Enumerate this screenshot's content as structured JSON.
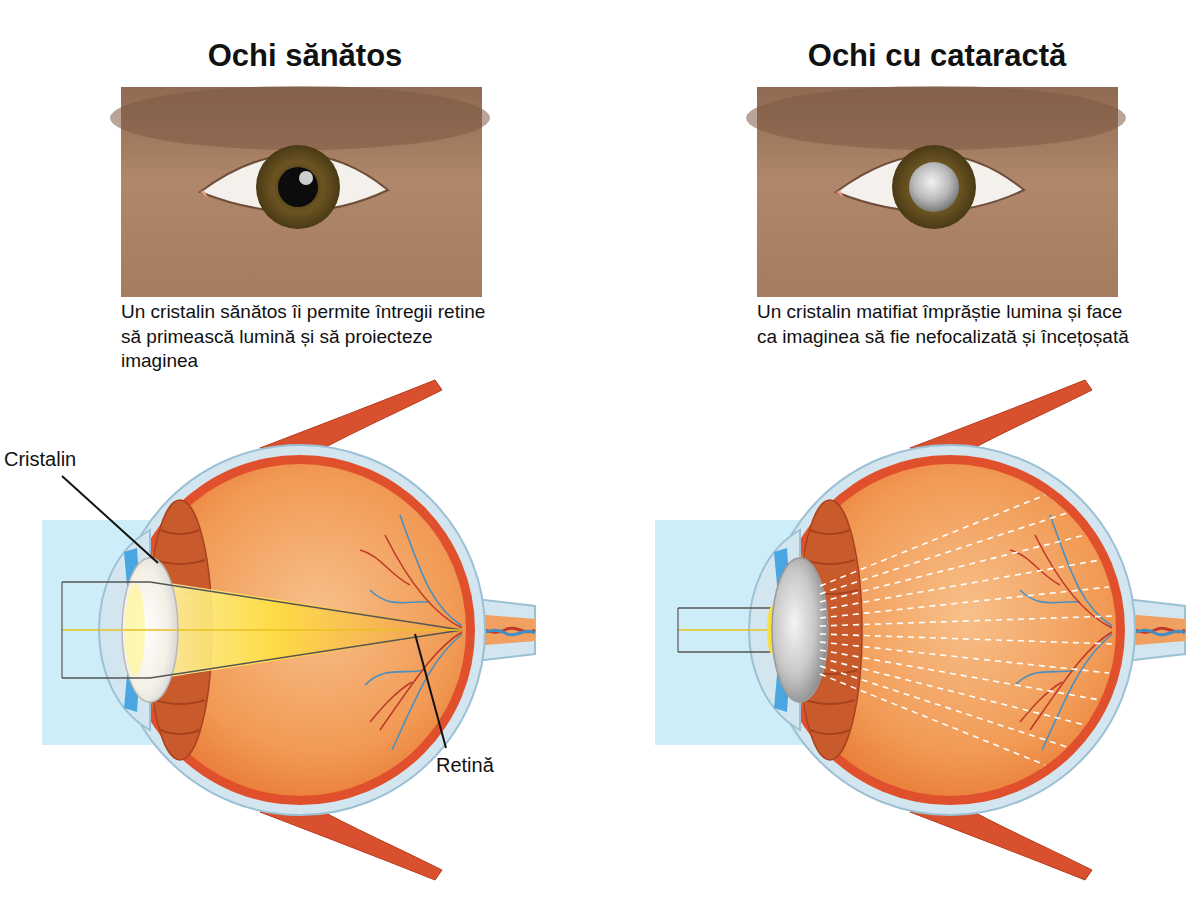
{
  "diagram": {
    "labels": [
      "Ochi sănătos",
      "Ochi cu cataractă",
      "Un cristalin sănătos îi permite întregii retine să primească lumină și să proiecteze imaginea",
      "Un cristalin matifiat împrăștie lumina și face ca imaginea să fie nefocalizată și încețoșată",
      "Cristalin",
      "Retină"
    ]
  }
}
